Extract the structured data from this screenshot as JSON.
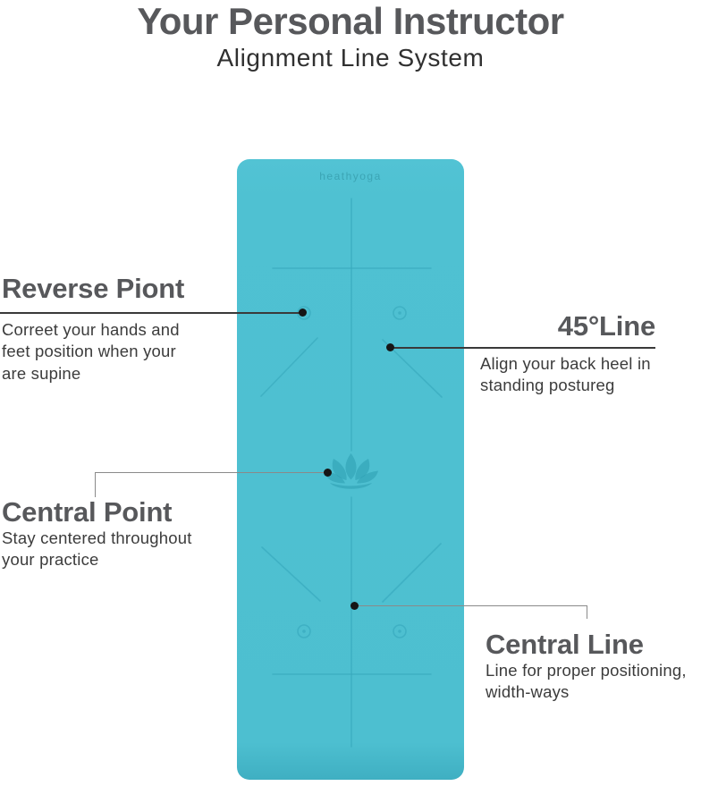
{
  "header": {
    "title": "Your Personal Instructor",
    "subtitle": "Alignment Line System"
  },
  "mat": {
    "brand": "heathyoga",
    "color": "#4fc1d2",
    "line_color": "#35a7ba",
    "lotus_color": "#2b9cb1"
  },
  "callouts": {
    "reverse_point": {
      "title": "Reverse Piont",
      "description": "Correet your hands and\nfeet position when your\nare supine"
    },
    "line45": {
      "title": "45°Line",
      "description": "Align your back heel in\nstanding postureg"
    },
    "central_point": {
      "title": "Central Point",
      "description": "Stay centered throughout\nyour practice"
    },
    "central_line": {
      "title": "Central Line",
      "description": "Line for proper positioning,\nwidth-ways"
    }
  }
}
